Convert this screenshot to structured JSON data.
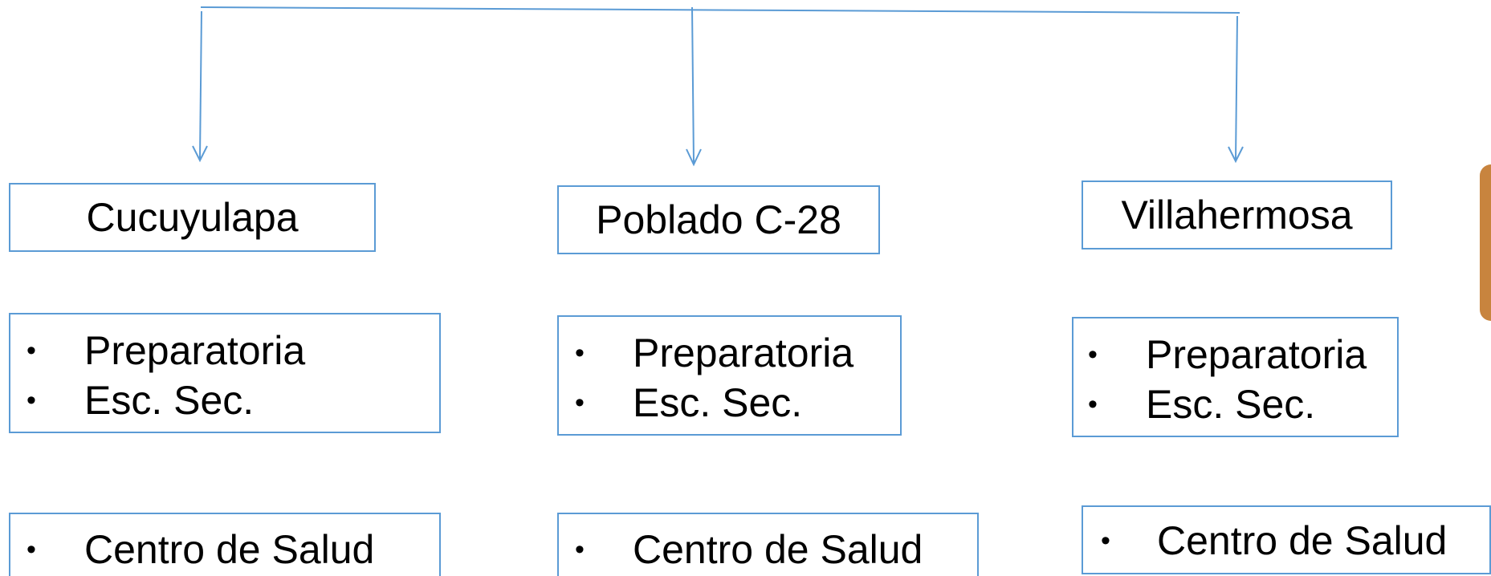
{
  "diagram": {
    "accent_color": "#5b9bd5",
    "nodes": [
      {
        "title": "Cucuyulapa",
        "schools": [
          "Preparatoria",
          "Esc. Sec."
        ],
        "health": [
          "Centro de Salud"
        ]
      },
      {
        "title": "Poblado C-28",
        "schools": [
          "Preparatoria",
          "Esc. Sec."
        ],
        "health": [
          "Centro de Salud"
        ]
      },
      {
        "title": "Villahermosa",
        "schools": [
          "Preparatoria",
          "Esc. Sec."
        ],
        "health": [
          "Centro de Salud"
        ]
      }
    ],
    "bullet": "•"
  }
}
